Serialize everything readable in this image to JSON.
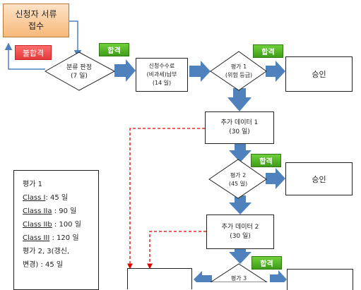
{
  "applicant": {
    "line1": "신청자 서류",
    "line2": "접수"
  },
  "reject_label": "불합격",
  "pass_label": "합격",
  "classification": {
    "line1": "분류 판정",
    "line2": "(7 일)"
  },
  "fee": {
    "line1": "신청수수료",
    "line2": "(비과세)납부",
    "line3": "(14 일)"
  },
  "eval1": {
    "line1": "평가 1",
    "line2": "(위험 등급)"
  },
  "approve_label": "승인",
  "extra1": {
    "line1": "추가 데이터 1",
    "line2": "(30 일)"
  },
  "eval2": {
    "line1": "평가 2",
    "line2": "(45 일)"
  },
  "extra2": {
    "line1": "추가 데이터 2",
    "line2": "(30 일)"
  },
  "eval3": {
    "line1": "평가 3"
  },
  "legend": {
    "title": "평가 1",
    "c1_class": "Class I",
    "c1_days": ": 45 일",
    "c2_class": "Class IIa",
    "c2_days": " : 90 일",
    "c3_class": "Class IIb",
    "c3_days": " : 100 일",
    "c4_class": "Class III",
    "c4_days": " : 120 일",
    "line6": "평가 2, 3(갱신,",
    "line7": "변경) : 45 일"
  }
}
